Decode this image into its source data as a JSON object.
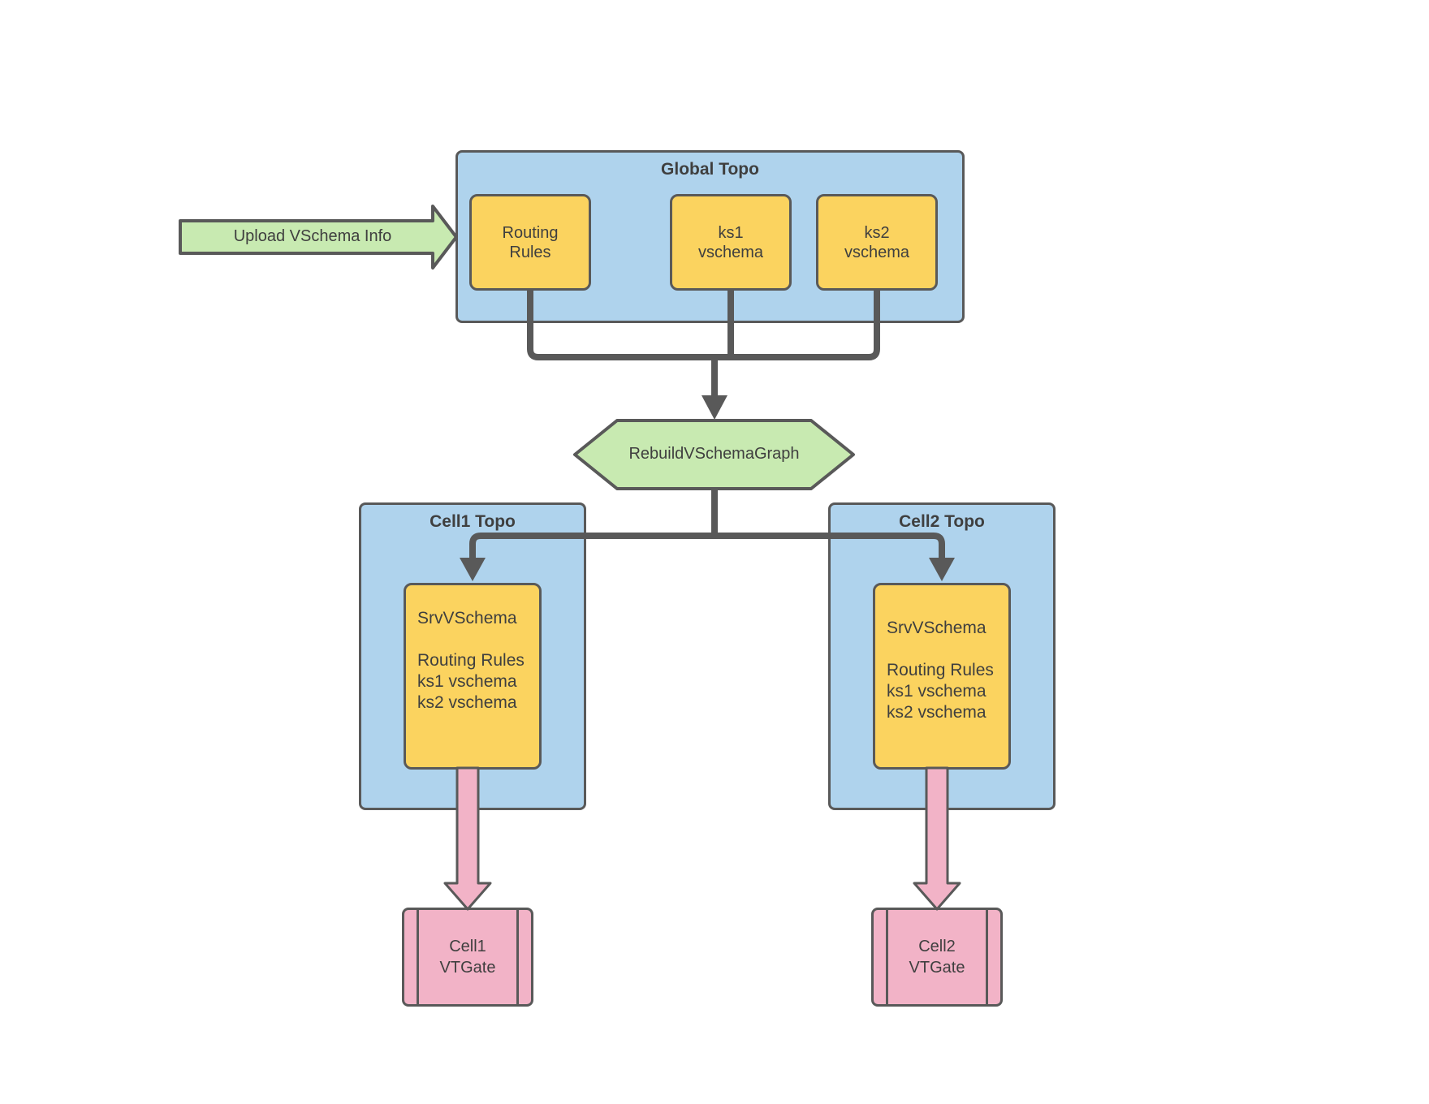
{
  "upload_arrow": {
    "label": "Upload VSchema Info"
  },
  "global_topo": {
    "title": "Global Topo",
    "routing_rules": "Routing\nRules",
    "ks1": "ks1\nvschema",
    "ks2": "ks2\nvschema"
  },
  "rebuild": {
    "label": "RebuildVSchemaGraph"
  },
  "cell1": {
    "title": "Cell1 Topo",
    "srv_vschema": "SrvVSchema\n\nRouting Rules\nks1 vschema\nks2 vschema",
    "vtgate": "Cell1\nVTGate"
  },
  "cell2": {
    "title": "Cell2 Topo",
    "srv_vschema": "SrvVSchema\n\nRouting Rules\nks1 vschema\nks2 vschema",
    "vtgate": "Cell2\nVTGate"
  },
  "colors": {
    "container_blue": "#AFD3ED",
    "box_yellow": "#FBD35F",
    "shape_green": "#C8EAB1",
    "shape_pink": "#F2B3C7",
    "line_gray": "#595959",
    "text_dark": "#3F3F3F"
  }
}
